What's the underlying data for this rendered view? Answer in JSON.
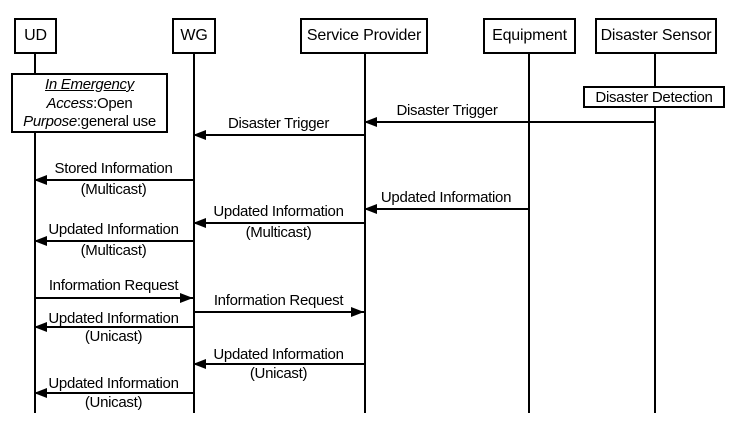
{
  "diagram": {
    "type": "sequence-diagram",
    "colors": {
      "stroke": "#000000",
      "background": "#ffffff"
    },
    "actors": [
      {
        "id": "ud",
        "label": "UD"
      },
      {
        "id": "wg",
        "label": "WG"
      },
      {
        "id": "service-provider",
        "label": "Service Provider"
      },
      {
        "id": "equipment",
        "label": "Equipment"
      },
      {
        "id": "disaster-sensor",
        "label": "Disaster Sensor"
      }
    ],
    "note": {
      "title": "In Emergency",
      "access_label": "Access",
      "access_value": ":Open",
      "purpose_label": "Purpose",
      "purpose_value": ":general use"
    },
    "event_box": {
      "label": "Disaster Detection"
    },
    "messages": [
      {
        "line1": "Disaster Trigger",
        "from": "Disaster Sensor",
        "to": "Service Provider"
      },
      {
        "line1": "Disaster Trigger",
        "from": "Service Provider",
        "to": "WG"
      },
      {
        "line1": "Stored Information",
        "line2": "(Multicast)",
        "from": "WG",
        "to": "UD"
      },
      {
        "line1": "Updated Information",
        "from": "Equipment",
        "to": "Service Provider"
      },
      {
        "line1": "Updated Information",
        "line2": "(Multicast)",
        "from": "Service Provider",
        "to": "WG"
      },
      {
        "line1": "Updated Information",
        "line2": "(Multicast)",
        "from": "WG",
        "to": "UD"
      },
      {
        "line1": "Information Request",
        "from": "UD",
        "to": "WG"
      },
      {
        "line1": "Information Request",
        "from": "WG",
        "to": "Service Provider"
      },
      {
        "line1": "Updated Information",
        "line2": "(Unicast)",
        "from": "WG",
        "to": "UD"
      },
      {
        "line1": "Updated Information",
        "line2": "(Unicast)",
        "from": "Service Provider",
        "to": "WG"
      },
      {
        "line1": "Updated Information",
        "line2": "(Unicast)",
        "from": "WG",
        "to": "UD"
      }
    ]
  }
}
